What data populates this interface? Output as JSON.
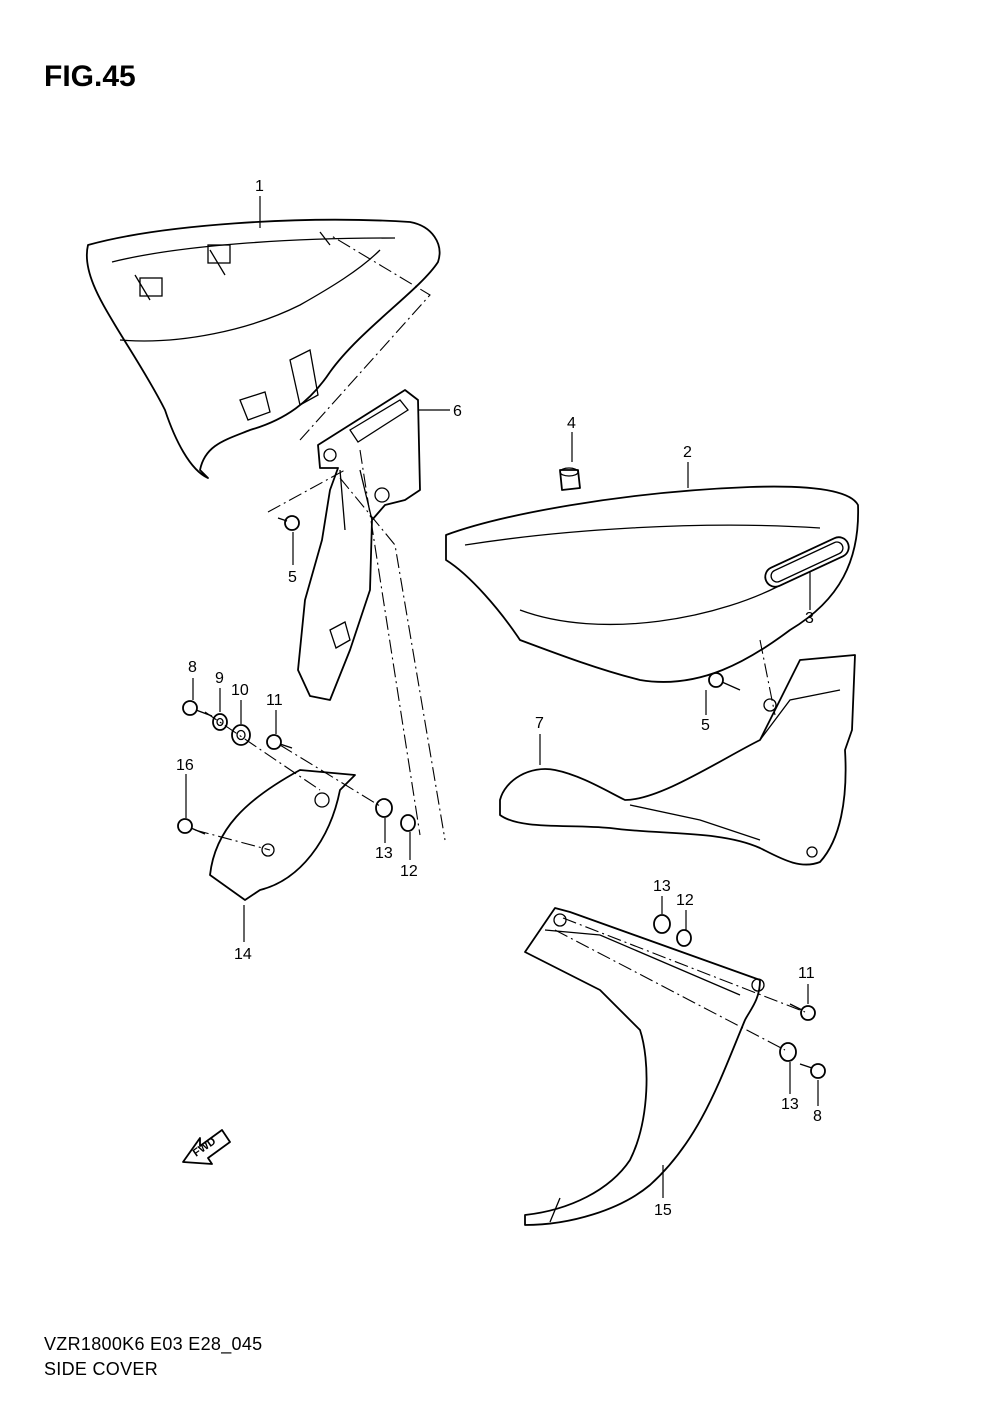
{
  "figure": {
    "title": "FIG.45"
  },
  "footer": {
    "model_code": "VZR1800K6 E03 E28_045",
    "section_name": "SIDE COVER"
  },
  "fwd_badge": {
    "label": "FWD",
    "icon": "fwd-arrow-icon"
  },
  "callouts": {
    "c1": "1",
    "c2": "2",
    "c3": "3",
    "c4": "4",
    "c5a": "5",
    "c5b": "5",
    "c6": "6",
    "c7": "7",
    "c8a": "8",
    "c8b": "8",
    "c9": "9",
    "c10": "10",
    "c11a": "11",
    "c11b": "11",
    "c12a": "12",
    "c12b": "12",
    "c13a": "13",
    "c13b": "13",
    "c13c": "13",
    "c14": "14",
    "c15": "15",
    "c16": "16"
  }
}
